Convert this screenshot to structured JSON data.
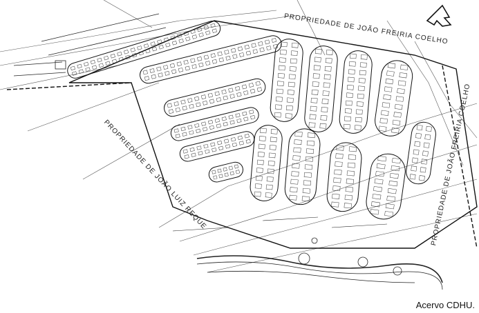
{
  "plan": {
    "labels": {
      "top_property": "PROPRIEDADE DE JOÃO FREIRIA COELHO",
      "left_property": "PROPRIEDADE DE JOÃO LUIZ REQUE",
      "right_property": "PROPRIEDADE DE JOÃO FREIRIA COELHO"
    },
    "credit": "Acervo CDHU."
  }
}
